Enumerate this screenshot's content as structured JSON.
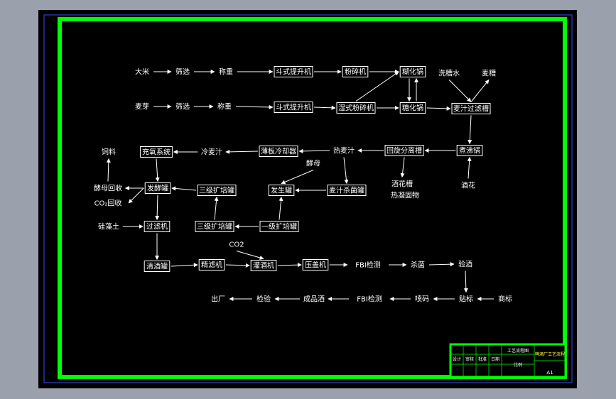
{
  "colors": {
    "app_bg": "#9aa1ad",
    "canvas": "#000000",
    "border_green": "#00ff00",
    "outline_blue": "#2f3fd0",
    "text_white": "#ffffff",
    "label_yellow": "#ffff33"
  },
  "nodes": [
    {
      "id": "rice",
      "label": "大米",
      "boxed": false
    },
    {
      "id": "screen1",
      "label": "筛选",
      "boxed": false
    },
    {
      "id": "weigh1",
      "label": "称重",
      "boxed": false
    },
    {
      "id": "elev1",
      "label": "斗式提升机",
      "boxed": true
    },
    {
      "id": "crusher",
      "label": "粉碎机",
      "boxed": true
    },
    {
      "id": "liqpot",
      "label": "糊化锅",
      "boxed": true
    },
    {
      "id": "washwater",
      "label": "洗糟水",
      "boxed": false
    },
    {
      "id": "grains",
      "label": "麦糟",
      "boxed": false
    },
    {
      "id": "malt",
      "label": "麦芽",
      "boxed": false
    },
    {
      "id": "screen2",
      "label": "筛选",
      "boxed": false
    },
    {
      "id": "weigh2",
      "label": "称重",
      "boxed": false
    },
    {
      "id": "elev2",
      "label": "斗式提升机",
      "boxed": true
    },
    {
      "id": "wetcrush",
      "label": "湿式粉碎机",
      "boxed": true
    },
    {
      "id": "mashpot",
      "label": "糖化锅",
      "boxed": true
    },
    {
      "id": "lauter",
      "label": "麦汁过滤槽",
      "boxed": true
    },
    {
      "id": "feed",
      "label": "饲料",
      "boxed": false
    },
    {
      "id": "aerate",
      "label": "充氧系统",
      "boxed": true
    },
    {
      "id": "coldwort",
      "label": "冷麦汁",
      "boxed": false
    },
    {
      "id": "platecool",
      "label": "薄板冷却器",
      "boxed": true
    },
    {
      "id": "hotwort",
      "label": "热麦汁",
      "boxed": false
    },
    {
      "id": "whirl",
      "label": "回旋分离槽",
      "boxed": true
    },
    {
      "id": "boil",
      "label": "煮沸锅",
      "boxed": true
    },
    {
      "id": "yeastrec",
      "label": "酵母回收",
      "boxed": false
    },
    {
      "id": "co2rec",
      "label": "CO₂回收",
      "boxed": false
    },
    {
      "id": "ferment",
      "label": "发酵罐",
      "boxed": true
    },
    {
      "id": "exp3a",
      "label": "三级扩培罐",
      "boxed": true
    },
    {
      "id": "yeast",
      "label": "酵母",
      "boxed": false
    },
    {
      "id": "propag",
      "label": "发生罐",
      "boxed": true
    },
    {
      "id": "sterwort",
      "label": "麦汁杀菌罐",
      "boxed": true
    },
    {
      "id": "hoptank",
      "label": "酒花槽",
      "boxed": false
    },
    {
      "id": "hotsludge",
      "label": "热凝固物",
      "boxed": false
    },
    {
      "id": "hops",
      "label": "酒花",
      "boxed": false
    },
    {
      "id": "diatom",
      "label": "硅藻土",
      "boxed": false
    },
    {
      "id": "filter",
      "label": "过滤机",
      "boxed": true
    },
    {
      "id": "exp3b",
      "label": "三级扩培罐",
      "boxed": true
    },
    {
      "id": "exp1",
      "label": "一级扩培罐",
      "boxed": true
    },
    {
      "id": "clear",
      "label": "清酒罐",
      "boxed": true
    },
    {
      "id": "fine",
      "label": "精滤机",
      "boxed": true
    },
    {
      "id": "co2",
      "label": "CO2",
      "boxed": false
    },
    {
      "id": "filler",
      "label": "灌酒机",
      "boxed": true
    },
    {
      "id": "capper",
      "label": "压盖机",
      "boxed": true
    },
    {
      "id": "fbi1",
      "label": "FBI检测",
      "boxed": false
    },
    {
      "id": "steril",
      "label": "杀菌",
      "boxed": false
    },
    {
      "id": "check",
      "label": "验酒",
      "boxed": false
    },
    {
      "id": "out",
      "label": "出厂",
      "boxed": false
    },
    {
      "id": "inspect",
      "label": "检验",
      "boxed": false
    },
    {
      "id": "product",
      "label": "成品酒",
      "boxed": false
    },
    {
      "id": "fbi2",
      "label": "FBI检测",
      "boxed": false
    },
    {
      "id": "code",
      "label": "喷码",
      "boxed": false
    },
    {
      "id": "labeling",
      "label": "贴标",
      "boxed": false
    },
    {
      "id": "trademark",
      "label": "商标",
      "boxed": false
    }
  ],
  "title_block": {
    "fields": [
      "工艺流程图",
      "设计",
      "审核",
      "批准",
      "日期",
      "比例",
      "A1"
    ],
    "highlight": "啤酒厂工艺流程"
  }
}
